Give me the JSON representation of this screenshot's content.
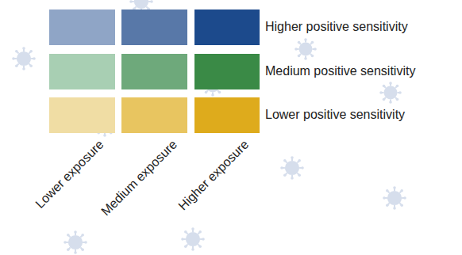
{
  "diagram": {
    "labels": [
      "Lower exposure",
      "Medium exposure",
      "Higher exposure"
    ],
    "legend": [
      {
        "text": "Higher positive sensitivity",
        "color": "#1c4a8c"
      },
      {
        "text": "Medium positive sensitivity",
        "color": "#3a8a46"
      },
      {
        "text": "Lower positive sensitivity",
        "color": "#deab1c"
      }
    ]
  }
}
